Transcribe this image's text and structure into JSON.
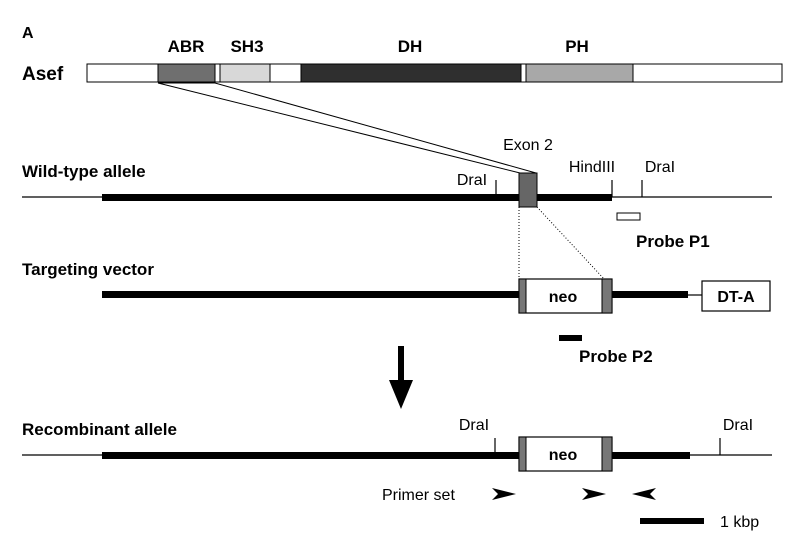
{
  "panel_label": "A",
  "protein": {
    "name": "Asef",
    "domains": [
      {
        "name": "ABR",
        "color": "#6f6f6f"
      },
      {
        "name": "SH3",
        "color": "#d8d8d8"
      },
      {
        "name": "DH",
        "color": "#2f2f2f"
      },
      {
        "name": "PH",
        "color": "#a8a8a8"
      }
    ]
  },
  "alleles": {
    "wild_type": {
      "title": "Wild-type allele",
      "exon_label": "Exon 2",
      "sites": [
        "DraI",
        "HindIII",
        "DraI"
      ],
      "probe_label": "Probe P1"
    },
    "targeting_vector": {
      "title": "Targeting vector",
      "neo_label": "neo",
      "dta_label": "DT-A",
      "probe_label": "Probe P2"
    },
    "recombinant": {
      "title": "Recombinant allele",
      "neo_label": "neo",
      "sites": [
        "DraI",
        "DraI"
      ],
      "primer_label": "Primer set"
    }
  },
  "scale_bar": {
    "label": "1 kbp"
  }
}
